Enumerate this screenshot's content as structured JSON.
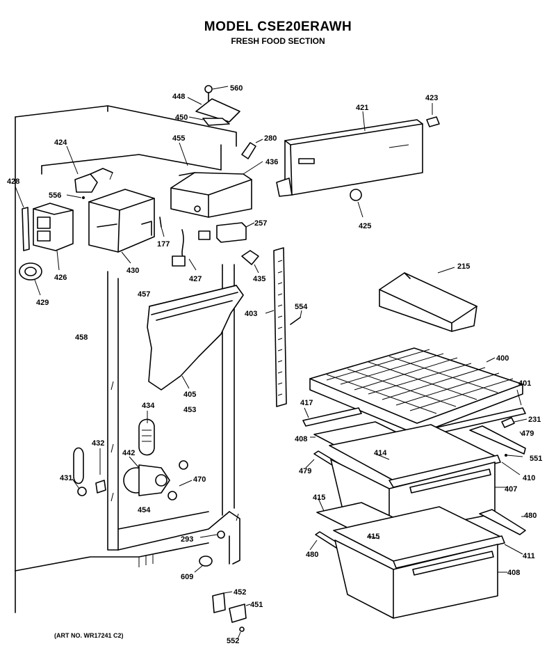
{
  "header": {
    "title": "MODEL CSE20ERAWH",
    "subtitle": "FRESH FOOD SECTION"
  },
  "footer": {
    "art_no": "(ART NO. WR17241 C2)"
  },
  "part_labels": [
    "560",
    "448",
    "450",
    "455",
    "280",
    "421",
    "423",
    "436",
    "424",
    "428",
    "556",
    "177",
    "257",
    "425",
    "426",
    "430",
    "427",
    "435",
    "429",
    "457",
    "554",
    "215",
    "403",
    "458",
    "405",
    "400",
    "401",
    "434",
    "453",
    "231",
    "417",
    "479",
    "408",
    "432",
    "442",
    "414",
    "551",
    "479",
    "410",
    "431",
    "470",
    "407",
    "415",
    "454",
    "480",
    "415",
    "293",
    "480",
    "411",
    "408",
    "609",
    "452",
    "451",
    "552"
  ]
}
